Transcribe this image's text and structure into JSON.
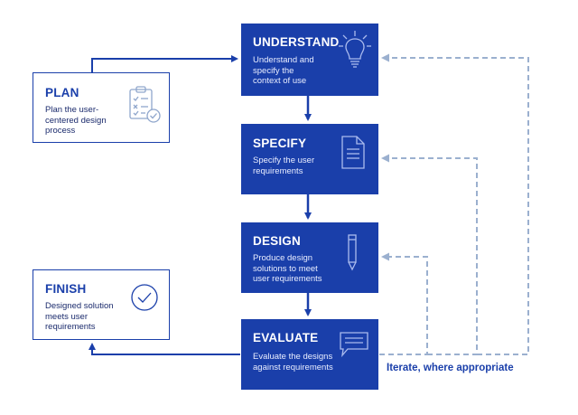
{
  "steps": {
    "plan": {
      "title": "PLAN",
      "lines": [
        "Plan the user-",
        "centered design",
        "process"
      ]
    },
    "understand": {
      "title": "UNDERSTAND",
      "lines": [
        "Understand and",
        "specify the",
        "context of use"
      ]
    },
    "specify": {
      "title": "SPECIFY",
      "lines": [
        "Specify the user",
        "requirements"
      ]
    },
    "design": {
      "title": "DESIGN",
      "lines": [
        "Produce design",
        "solutions to meet",
        "user requirements"
      ]
    },
    "evaluate": {
      "title": "EVALUATE",
      "lines": [
        "Evaluate the designs",
        "against requirements"
      ]
    },
    "finish": {
      "title": "FINISH",
      "lines": [
        "Designed solution",
        "meets user",
        "requirements"
      ]
    }
  },
  "iterate_label": "Iterate, where appropriate",
  "colors": {
    "primary": "#1a3faa",
    "dashed": "#9bb0cf",
    "background": "#ffffff"
  },
  "icons": {
    "plan": "checklist-icon",
    "understand": "lightbulb-icon",
    "specify": "document-icon",
    "design": "pencil-icon",
    "evaluate": "speech-bubble-icon",
    "finish": "check-circle-icon"
  }
}
